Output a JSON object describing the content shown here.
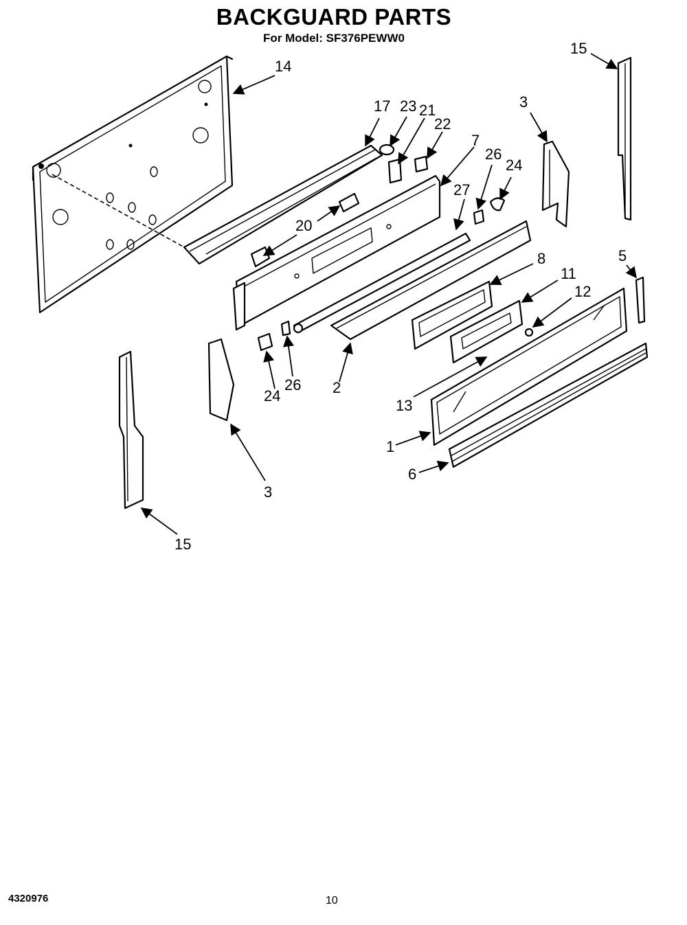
{
  "title": "BACKGUARD PARTS",
  "subtitle": "For Model: SF376PEWW0",
  "footer": {
    "code": "4320976",
    "page": "10"
  },
  "callouts": [
    "14",
    "15",
    "17",
    "23",
    "21",
    "22",
    "7",
    "3",
    "26",
    "24",
    "20",
    "27",
    "8",
    "5",
    "11",
    "12",
    "2",
    "24",
    "26",
    "13",
    "1",
    "6",
    "3",
    "15"
  ]
}
